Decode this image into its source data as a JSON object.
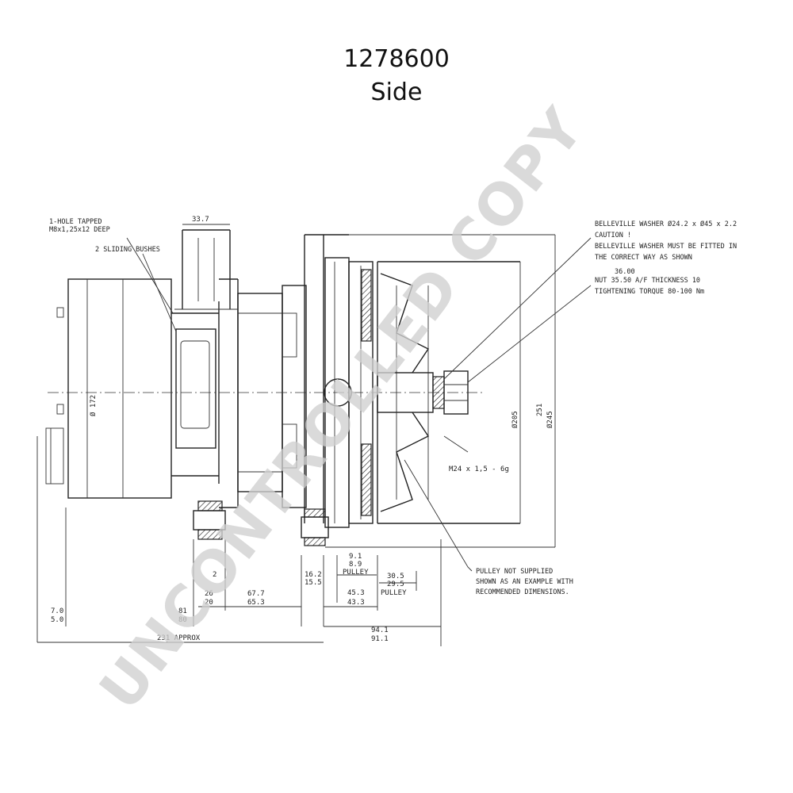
{
  "header": {
    "part_number": "1278600",
    "view": "Side"
  },
  "watermark": "UNCONTROLLED COPY",
  "notes": {
    "hole_tapped_1": "1-HOLE TAPPED",
    "hole_tapped_2": "M8x1,25x12 DEEP",
    "sliding_bushes": "2 SLIDING BUSHES",
    "washer_1": "BELLEVILLE WASHER Ø24.2 x Ø45 x 2.2",
    "washer_2": "CAUTION !",
    "washer_3": "BELLEVILLE WASHER MUST BE FITTED IN",
    "washer_4": "THE CORRECT WAY AS SHOWN",
    "nut_1": "36.00",
    "nut_2": "NUT  35.50  A/F THICKNESS 10",
    "torque": "TIGHTENING TORQUE  80-100 Nm",
    "thread": "M24 x 1,5 - 6g",
    "pulley_1": "PULLEY NOT SUPPLIED",
    "pulley_2": "SHOWN AS AN EXAMPLE WITH",
    "pulley_3": "RECOMMENDED DIMENSIONS."
  },
  "dimensions": {
    "d_33_7": "33.7",
    "d_172": "Ø 172",
    "d_205": "Ø205",
    "d_251": "251",
    "d_245": "Ø245",
    "d_9_1": "9.1",
    "d_8_9": "8.9",
    "pulley_a": "PULLEY",
    "d_30_5": "30.5",
    "d_29_5": "29.5",
    "d_16_2": "16.2",
    "d_15_5": "15.5",
    "d_45_3": "45.3",
    "d_43_3": "43.3",
    "pulley_b": "PULLEY",
    "d_2": "2",
    "d_26": "26",
    "d_20": "20",
    "d_67_7": "67.7",
    "d_65_3": "65.3",
    "d_81": "81",
    "d_80": "80",
    "d_7_0": "7.0",
    "d_5_0": "5.0",
    "d_231": "231 APPROX",
    "d_94_1": "94.1",
    "d_91_1": "91.1"
  }
}
